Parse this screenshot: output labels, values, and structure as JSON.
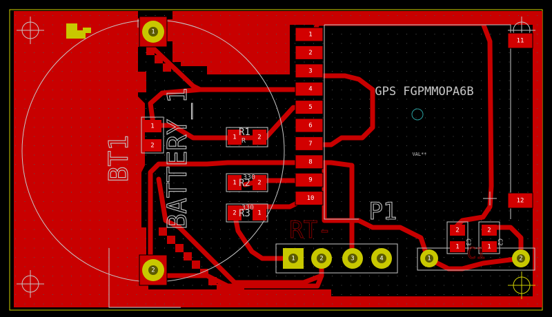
{
  "board": {
    "colors": {
      "background": "#000000",
      "copper": "#c80000",
      "trace": "#c80000",
      "pad": "#d20000",
      "via_ring": "#c8c800",
      "silkscreen": "#c8c8c8",
      "edge": "#d2d200",
      "clearance": "#2a0000"
    }
  },
  "labels": {
    "bt1": "BT1",
    "battery": "BATTERY_1",
    "gps_title": "GPS FGPMMOPA6B",
    "p1": "P1",
    "rt": "RT-",
    "val": "VAL**",
    "c1_small": "C1",
    "c2_small": "C2",
    "c3_small": "C3",
    "r1": "R1",
    "r2": "R2",
    "r3": "R3",
    "r1_sub": "R",
    "r2_val": "330",
    "r3_val": "330"
  },
  "gps_pads": [
    "1",
    "2",
    "3",
    "4",
    "5",
    "6",
    "7",
    "8",
    "9",
    "10"
  ],
  "gps_extra_pads": {
    "pin11": "11",
    "pin12": "12"
  },
  "header_pads": [
    "1",
    "2",
    "3",
    "4"
  ],
  "two_pin_pads": {
    "a": "1",
    "b": "2"
  },
  "battery_pads": {
    "top": "1",
    "bottom": "2"
  },
  "small_pads": {
    "r1_left": "1",
    "r1_right": "2",
    "r2_left": "1",
    "r2_right": "2",
    "r3_left": "2",
    "r3_right": "1",
    "c_left": "1",
    "c_left2": "2",
    "ca_left": "2",
    "ca_right": "2",
    "cb_left": "1",
    "cb_right": "1"
  }
}
